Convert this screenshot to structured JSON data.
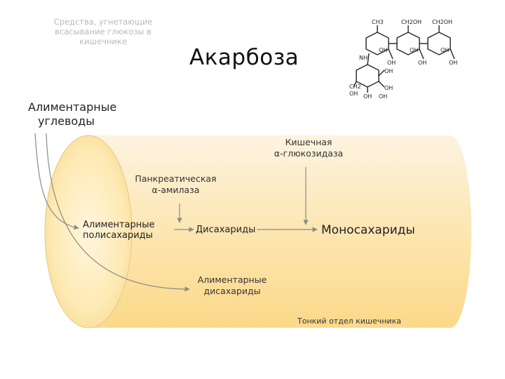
{
  "slide": {
    "subtitle_lines": [
      "Средства, угнетающие",
      "всасывание глюкозы в",
      "кишечнике"
    ],
    "title": "Акарбоза"
  },
  "diagram": {
    "intake_label_lines": [
      "Алиментарные",
      "углеводы"
    ],
    "enzyme_intestinal_lines": [
      "Кишечная",
      "α-глюкозидаза"
    ],
    "enzyme_pancreatic_lines": [
      "Панкреатическая",
      "α-амилаза"
    ],
    "node_polysaccharides_lines": [
      "Алиментарные",
      "полисахариды"
    ],
    "node_disaccharides": "Дисахариды",
    "node_monosaccharides": "Моносахариды",
    "node_dietary_disaccharides_lines": [
      "Алиментарные",
      "дисахариды"
    ],
    "organ_label": "Тонкий отдел кишечника",
    "colors": {
      "tube_light": "#fdf0d6",
      "tube_dark": "#fbd98a",
      "end_ellipse": "#fde9b3",
      "arrow": "#8a8a8a"
    }
  },
  "structure": {
    "atom_labels": [
      "CH3",
      "CH2OH",
      "CH2OH",
      "NH",
      "OH",
      "OH",
      "OH",
      "OH",
      "OH",
      "OH",
      "OH",
      "OH",
      "CH2",
      "OH",
      "OH",
      "OH"
    ]
  }
}
